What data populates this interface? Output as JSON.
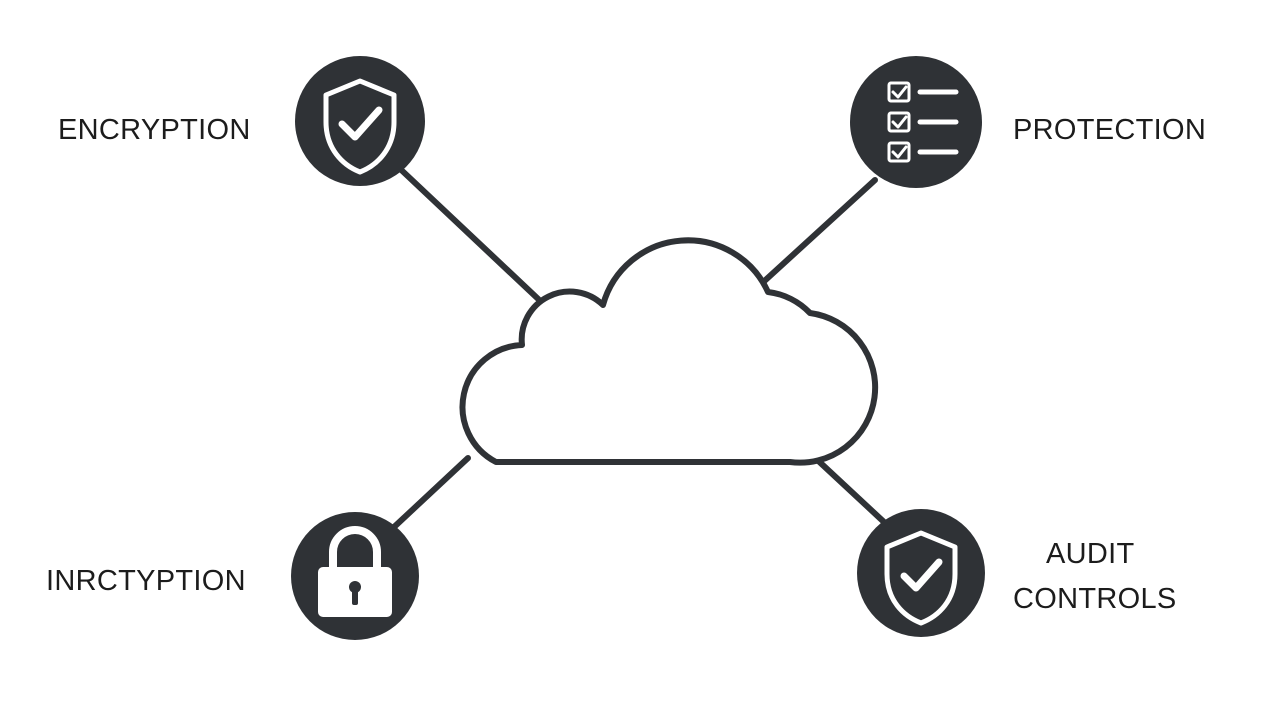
{
  "colors": {
    "node_fill": "#2f3236",
    "line": "#2f3236",
    "icon": "#ffffff",
    "background": "#ffffff",
    "text": "#1c1c1c"
  },
  "center": {
    "icon": "cloud-icon"
  },
  "nodes": {
    "top_left": {
      "icon": "shield-check-icon",
      "label": "ENCRYPTION"
    },
    "top_right": {
      "icon": "checklist-icon",
      "label": "PROTECTION"
    },
    "bottom_left": {
      "icon": "padlock-icon",
      "label": "INRCTYPTION"
    },
    "bottom_right": {
      "icon": "shield-check-icon",
      "label_line1": "AUDIT",
      "label_line2": "CONTROLS"
    }
  }
}
